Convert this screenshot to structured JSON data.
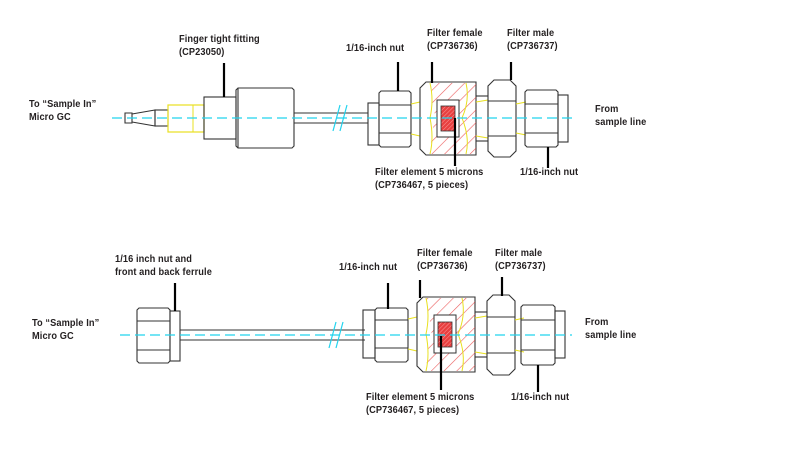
{
  "diagram": {
    "title": "Sample line filter connection to Micro GC",
    "top": {
      "to_sample_in": [
        "To “Sample In”",
        "Micro GC"
      ],
      "finger_tight": [
        "Finger tight fitting",
        "(CP23050)"
      ],
      "nut_left": "1/16-inch nut",
      "filter_female": [
        "Filter female",
        "(CP736736)"
      ],
      "filter_male": [
        "Filter male",
        "(CP736737)"
      ],
      "from_sample": [
        "From",
        "sample line"
      ],
      "filter_element": [
        "Filter element 5 microns",
        "(CP736467, 5 pieces)"
      ],
      "nut_right": "1/16-inch nut"
    },
    "bottom": {
      "to_sample_in": [
        "To “Sample In”",
        "Micro GC"
      ],
      "nut_ferrule": [
        "1/16 inch nut and",
        "front and back ferrule"
      ],
      "nut_left": "1/16-inch nut",
      "filter_female": [
        "Filter female",
        "(CP736736)"
      ],
      "filter_male": [
        "Filter male",
        "(CP736737)"
      ],
      "from_sample": [
        "From",
        "sample line"
      ],
      "filter_element": [
        "Filter element 5 microns",
        "(CP736467, 5 pieces)"
      ],
      "nut_right": "1/16-inch nut"
    },
    "colors": {
      "centerline": "#22d3ee",
      "thread_highlight": "#e8e020",
      "section_hatch": "#e84040",
      "outline": "#333333"
    }
  }
}
